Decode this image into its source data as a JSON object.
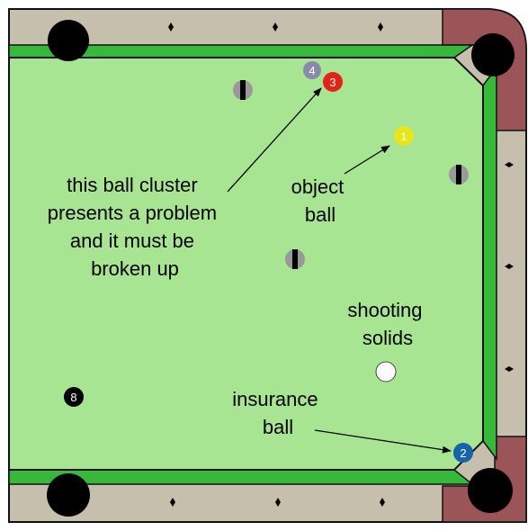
{
  "colors": {
    "rail": "#c7bfae",
    "cloth": "#a8e592",
    "cushion": "#36b83a",
    "corner_rail": "#9b5457",
    "pocket": "#000000",
    "outline": "#111111",
    "marker_gray": "#999999",
    "cue_ball": "#ffffff"
  },
  "balls": [
    {
      "number": "4",
      "color": "#8a8aa8"
    },
    {
      "number": "3",
      "color": "#e2231a"
    },
    {
      "number": "1",
      "color": "#e6e61a"
    },
    {
      "number": "8",
      "color": "#000000"
    },
    {
      "number": "2",
      "color": "#1563a8"
    }
  ],
  "labels": {
    "cluster": [
      "this ball cluster",
      "presents a problem",
      "and it must be",
      "broken up"
    ],
    "object": [
      "object",
      "ball"
    ],
    "shooting": [
      "shooting",
      "solids"
    ],
    "insurance": [
      "insurance",
      "ball"
    ]
  }
}
